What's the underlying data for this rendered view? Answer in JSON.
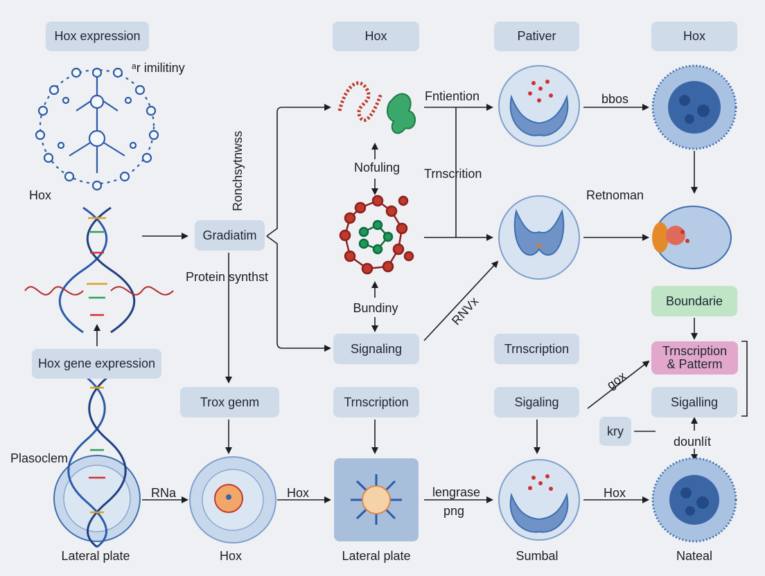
{
  "boxes": {
    "hox_expression": "Hox expression",
    "hox_top_1": "Hox",
    "pativer": "Pativer",
    "hox_top_2": "Hox",
    "gradiatim": "Gradiatim",
    "signaling": "Signaling",
    "hox_gene_expression": "Hox gene expression",
    "trox_genm": "Trox genm",
    "trnscription_mid": "Trnscription",
    "trnscription_right": "Trnscription",
    "sigaling": "Sigaling",
    "boundarie": "Boundarie",
    "trnscription_pattern_1": "Trnscription",
    "trnscription_pattern_2": "& Patterm",
    "sigalling": "Sigalling",
    "kry": "kry"
  },
  "labels": {
    "arimilitiny": "ᵃr imilitiny",
    "hox_side": "Hox",
    "ronchsytnwss": "Ronchsytnwss",
    "protein_synthst": "Protein synthst",
    "fntiention": "Fntiention",
    "nofuling": "Nofuling",
    "trnscrition": "Trnscrition",
    "bundiny": "Bundiny",
    "rnvx": "RNVx",
    "bbos": "bbos",
    "retnoman": "Retnoman",
    "gox": "gox",
    "dounlit": "dounlít",
    "plasoclem": "Plasoclem",
    "rna": "RNa",
    "hox_arrow_1": "Hox",
    "lengrase": "lengrase",
    "png": "png",
    "hox_arrow_2": "Hox",
    "lateral_plate_1": "Lateral plate",
    "hox_bottom": "Hox",
    "lateral_plate_2": "Lateral plate",
    "sumbal": "Sumbal",
    "nateal": "Nateal"
  },
  "colors": {
    "background": "#eef0f3",
    "box_blue": "#cfdbe8",
    "box_green": "#bfe5c6",
    "box_pink": "#e2a8cc",
    "dna_blue": "#2a5aa8",
    "protein_red": "#c0392b",
    "protein_green": "#1f9a5a",
    "cell_blue": "#3d6fb0"
  }
}
